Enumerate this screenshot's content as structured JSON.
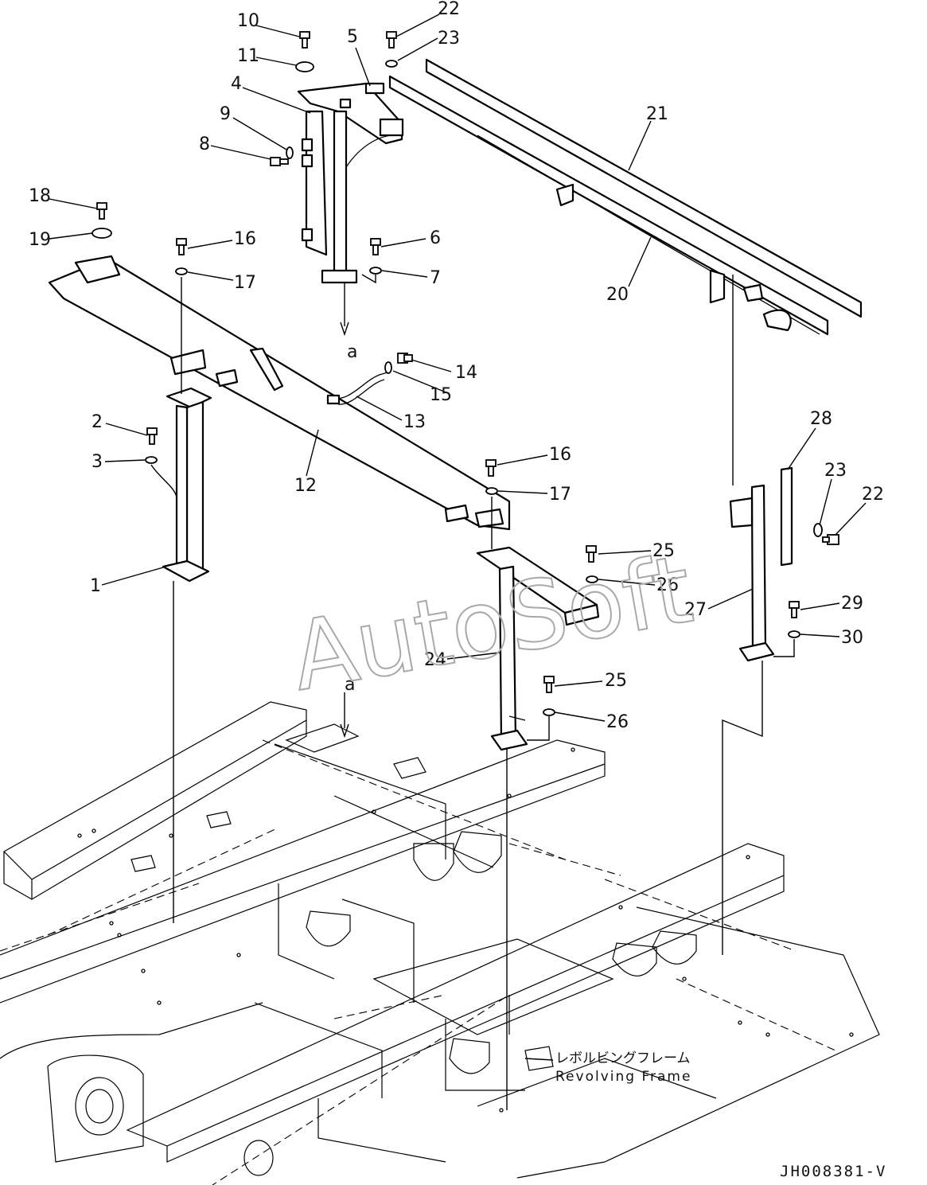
{
  "parts": [
    {
      "id": "p1",
      "label": "1"
    },
    {
      "id": "p2",
      "label": "2"
    },
    {
      "id": "p3",
      "label": "3"
    },
    {
      "id": "p4",
      "label": "4"
    },
    {
      "id": "p5",
      "label": "5"
    },
    {
      "id": "p6",
      "label": "6"
    },
    {
      "id": "p7",
      "label": "7"
    },
    {
      "id": "p8",
      "label": "8"
    },
    {
      "id": "p9",
      "label": "9"
    },
    {
      "id": "p10",
      "label": "10"
    },
    {
      "id": "p11",
      "label": "11"
    },
    {
      "id": "p12",
      "label": "12"
    },
    {
      "id": "p13",
      "label": "13"
    },
    {
      "id": "p14",
      "label": "14"
    },
    {
      "id": "p15",
      "label": "15"
    },
    {
      "id": "p16a",
      "label": "16"
    },
    {
      "id": "p16b",
      "label": "16"
    },
    {
      "id": "p17a",
      "label": "17"
    },
    {
      "id": "p17b",
      "label": "17"
    },
    {
      "id": "p18",
      "label": "18"
    },
    {
      "id": "p19",
      "label": "19"
    },
    {
      "id": "p20",
      "label": "20"
    },
    {
      "id": "p21",
      "label": "21"
    },
    {
      "id": "p22a",
      "label": "22"
    },
    {
      "id": "p22b",
      "label": "22"
    },
    {
      "id": "p23a",
      "label": "23"
    },
    {
      "id": "p23b",
      "label": "23"
    },
    {
      "id": "p24",
      "label": "24"
    },
    {
      "id": "p25a",
      "label": "25"
    },
    {
      "id": "p25b",
      "label": "25"
    },
    {
      "id": "p26a",
      "label": "26"
    },
    {
      "id": "p26b",
      "label": "26"
    },
    {
      "id": "p27",
      "label": "27"
    },
    {
      "id": "p28",
      "label": "28"
    },
    {
      "id": "p29",
      "label": "29"
    },
    {
      "id": "p30",
      "label": "30"
    }
  ],
  "view_marks": {
    "top": "a",
    "bottom": "a"
  },
  "frame_label": {
    "jp": "レボルビングフレーム",
    "en": "Revolving Frame"
  },
  "watermark": "AutoSoft",
  "drawing_code": "JH008381-V"
}
